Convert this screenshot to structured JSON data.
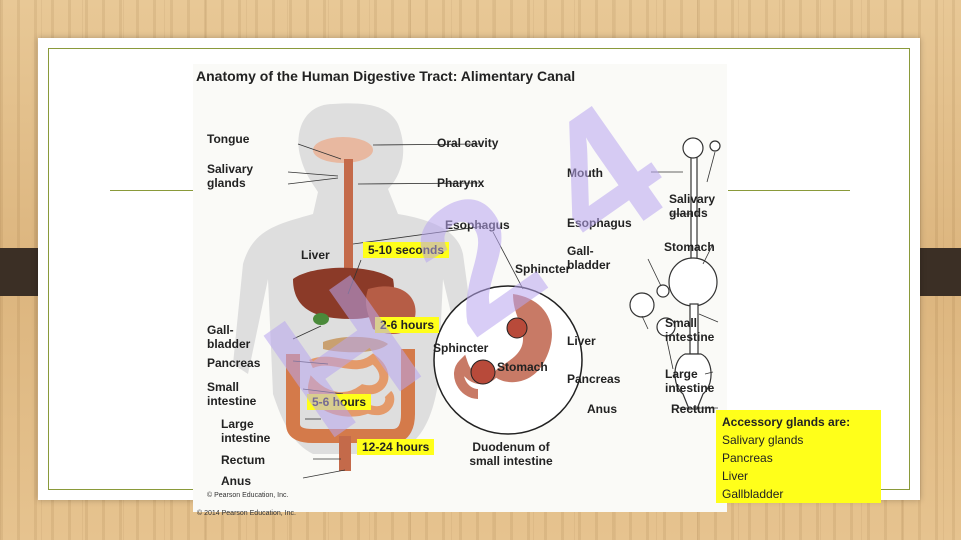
{
  "title": "Anatomy of the Human Digestive Tract: Alimentary Canal",
  "labels": {
    "tongue": "Tongue",
    "oral_cavity": "Oral cavity",
    "salivary_glands": "Salivary glands",
    "pharynx": "Pharynx",
    "esophagus": "Esophagus",
    "liver": "Liver",
    "sphincter_top": "Sphincter",
    "gallbladder": "Gall-bladder",
    "pancreas": "Pancreas",
    "sphincter_bottom": "Sphincter",
    "stomach": "Stomach",
    "small_intestine": "Small intestine",
    "large_intestine": "Large intestine",
    "rectum": "Rectum",
    "anus": "Anus",
    "duodenum": "Duodenum of small intestine",
    "pearson": "© Pearson Education, Inc.",
    "copyright": "© 2014 Pearson Education, Inc."
  },
  "times": {
    "esophagus": "5-10 seconds",
    "stomach": "2-6 hours",
    "small_intestine": "5-6 hours",
    "large_intestine": "12-24 hours"
  },
  "schematic": {
    "mouth": "Mouth",
    "salivary_glands": "Salivary glands",
    "esophagus": "Esophagus",
    "gallbladder": "Gall-bladder",
    "stomach": "Stomach",
    "liver": "Liver",
    "small_intestine": "Small intestine",
    "pancreas": "Pancreas",
    "large_intestine": "Large intestine",
    "anus": "Anus",
    "rectum": "Rectum"
  },
  "accessory": {
    "heading": "Accessory glands are:",
    "items": [
      "Salivary glands",
      "Pancreas",
      "Liver",
      "Gallbladder"
    ]
  },
  "watermark": "H 2 4",
  "colors": {
    "highlight": "#ffff1a",
    "frame": "#8a9a3a",
    "watermark": "#b9a6f0"
  }
}
